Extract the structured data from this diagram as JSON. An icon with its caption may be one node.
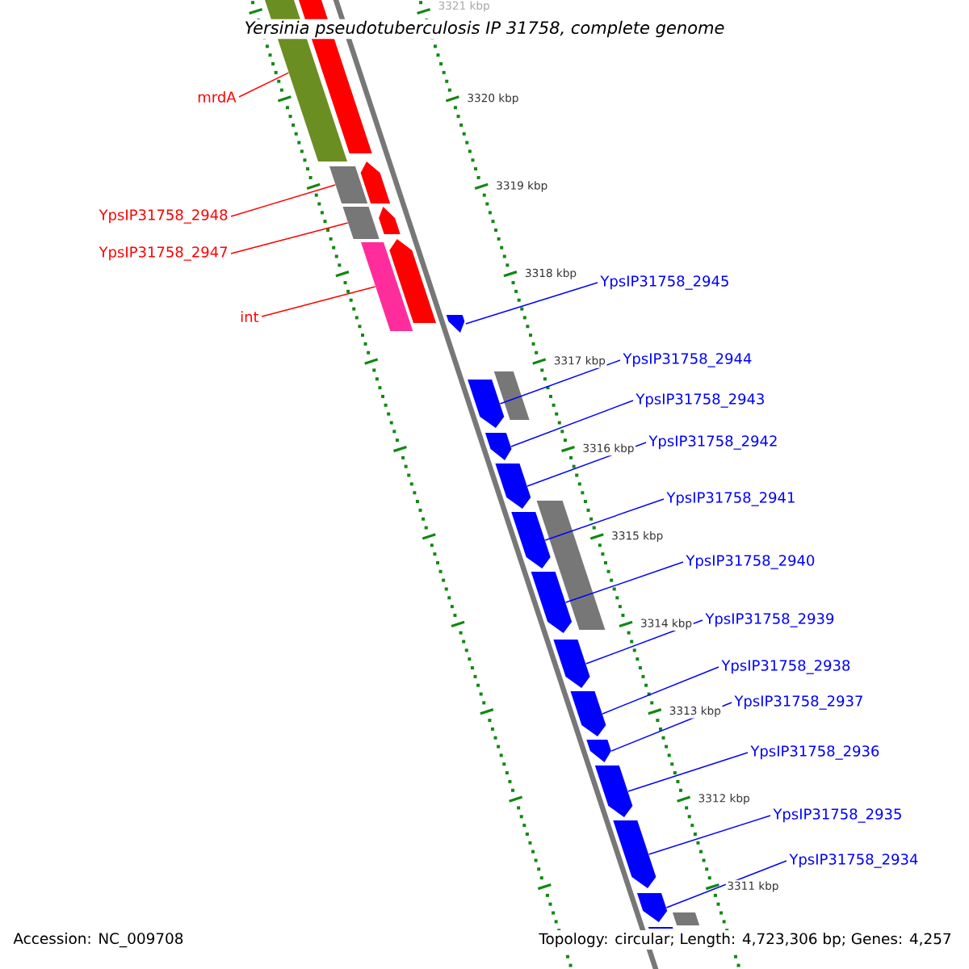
{
  "diagram": {
    "title": "Yersinia pseudotuberculosis IP 31758, complete genome",
    "nodes": [
      {
        "text": [
          "mrdA"
        ]
      },
      {
        "text": [
          "YpsIP31758_2948"
        ]
      },
      {
        "text": [
          "YpsIP31758_2947"
        ]
      },
      {
        "text": [
          "int"
        ]
      },
      {
        "text": [
          "YpsIP31758_2945"
        ]
      },
      {
        "text": [
          "YpsIP31758_2944"
        ]
      },
      {
        "text": [
          "YpsIP31758_2943"
        ]
      },
      {
        "text": [
          "YpsIP31758_2942"
        ]
      },
      {
        "text": [
          "YpsIP31758_2941"
        ]
      },
      {
        "text": [
          "YpsIP31758_2940"
        ]
      },
      {
        "text": [
          "YpsIP31758_2939"
        ]
      },
      {
        "text": [
          "YpsIP31758_2938"
        ]
      },
      {
        "text": [
          "YpsIP31758_2937"
        ]
      },
      {
        "text": [
          "YpsIP31758_2936"
        ]
      },
      {
        "text": [
          "YpsIP31758_2935"
        ]
      },
      {
        "text": [
          "YpsIP31758_2934"
        ]
      },
      {
        "text": [],
        "shape": "bar"
      },
      {
        "text": [],
        "shape": "bar"
      },
      {
        "text": [],
        "shape": "pentagon"
      },
      {
        "text": [],
        "shape": "bar"
      },
      {
        "text": [],
        "shape": "bar"
      },
      {
        "text": [],
        "shape": "pentagon"
      },
      {
        "text": [],
        "shape": "pentagon"
      },
      {
        "text": [],
        "shape": "bar"
      },
      {
        "text": [],
        "shape": "pentagon"
      },
      {
        "text": [],
        "shape": "bar"
      },
      {
        "text": [],
        "shape": "pentagon"
      },
      {
        "text": [],
        "shape": "pentagon"
      },
      {
        "text": [],
        "shape": "pentagon"
      },
      {
        "text": [],
        "shape": "bar"
      },
      {
        "text": [],
        "shape": "pentagon"
      },
      {
        "text": [],
        "shape": "pentagon"
      },
      {
        "text": [],
        "shape": "pentagon"
      },
      {
        "text": [],
        "shape": "pentagon"
      },
      {
        "text": [],
        "shape": "pentagon"
      },
      {
        "text": [],
        "shape": "pentagon"
      },
      {
        "text": [],
        "shape": "pentagon"
      },
      {
        "text": [],
        "shape": "pentagon"
      },
      {
        "text": [],
        "shape": "bar"
      },
      {
        "text": [],
        "shape": "bar"
      }
    ],
    "edges": [
      {
        "from": 0,
        "to": 16,
        "arrow": "none",
        "color": "#ff0000"
      },
      {
        "from": 1,
        "to": 19,
        "arrow": "none",
        "color": "#ff0000"
      },
      {
        "from": 2,
        "to": 20,
        "arrow": "none",
        "color": "#ff0000"
      },
      {
        "from": 3,
        "to": 23,
        "arrow": "none",
        "color": "#ff0000"
      },
      {
        "from": 4,
        "to": 24,
        "arrow": "none"
      },
      {
        "from": 5,
        "to": 26,
        "arrow": "none"
      },
      {
        "from": 6,
        "to": 27,
        "arrow": "none"
      },
      {
        "from": 7,
        "to": 28,
        "arrow": "none"
      },
      {
        "from": 8,
        "to": 30,
        "arrow": "none"
      },
      {
        "from": 9,
        "to": 31,
        "arrow": "none"
      },
      {
        "from": 10,
        "to": 32,
        "arrow": "none"
      },
      {
        "from": 11,
        "to": 33,
        "arrow": "none"
      },
      {
        "from": 12,
        "to": 34,
        "arrow": "none"
      },
      {
        "from": 13,
        "to": 35,
        "arrow": "none"
      },
      {
        "from": 14,
        "to": 36,
        "arrow": "none"
      },
      {
        "from": 15,
        "to": 37,
        "arrow": "none"
      }
    ],
    "labels": [
      "3321 kbp",
      "3320 kbp",
      "3319 kbp",
      "3318 kbp",
      "3317 kbp",
      "3316 kbp",
      "3315 kbp",
      "3314 kbp",
      "3313 kbp",
      "3312 kbp",
      "3311 kbp",
      "Accession: NC_009708",
      "Topology: circular; Length: 4,723,306 bp; Genes: 4,257"
    ]
  }
}
